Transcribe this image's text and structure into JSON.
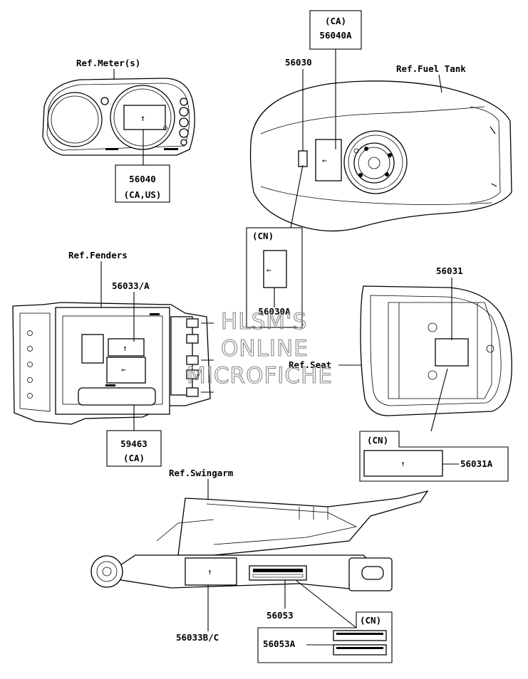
{
  "labels": {
    "ref_meter": "Ref.Meter(s)",
    "ref_fuel_tank": "Ref.Fuel Tank",
    "ref_fenders": "Ref.Fenders",
    "ref_seat": "Ref.Seat",
    "ref_swingarm": "Ref.Swingarm"
  },
  "callouts": {
    "p56040": "56040",
    "p56040_region": "(CA,US)",
    "p56040a_region": "(CA)",
    "p56040a": "56040A",
    "p56030": "56030",
    "p56030a_region": "(CN)",
    "p56030a": "56030A",
    "p56033a": "56033/A",
    "p59463": "59463",
    "p59463_region": "(CA)",
    "p56031": "56031",
    "p56031a_region": "(CN)",
    "p56031a": "56031A",
    "p56033bc": "56033B/C",
    "p56053": "56053",
    "p56053a_region": "(CN)",
    "p56053a": "56053A"
  },
  "watermark": {
    "line1": "HLSM'S",
    "line2": "ONLINE",
    "line3": "MICROFICHE"
  }
}
